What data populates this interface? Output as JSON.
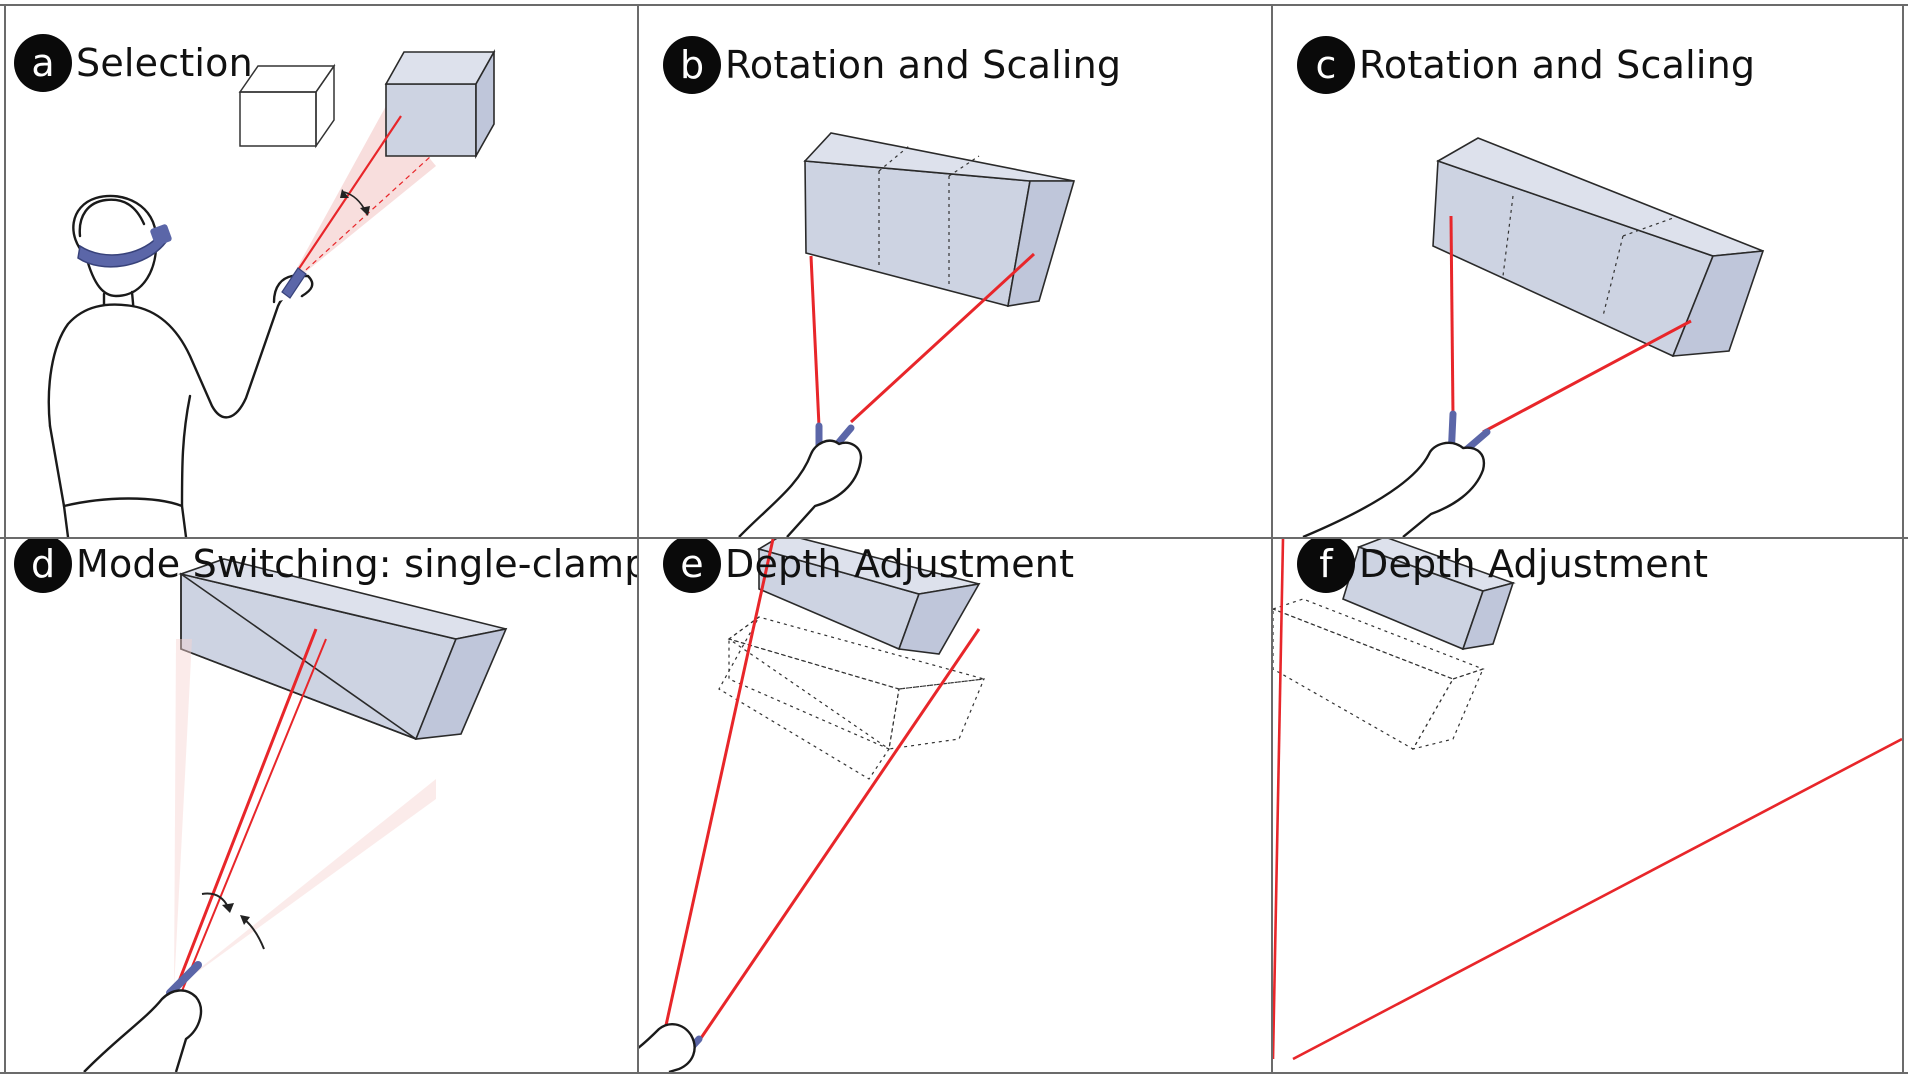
{
  "figure": {
    "panels": [
      {
        "letter": "a",
        "title": "Selection"
      },
      {
        "letter": "b",
        "title": "Rotation and Scaling"
      },
      {
        "letter": "c",
        "title": "Rotation and Scaling"
      },
      {
        "letter": "d",
        "title": "Mode Switching: single-clamp"
      },
      {
        "letter": "e",
        "title": "Depth Adjustment"
      },
      {
        "letter": "f",
        "title": "Depth Adjustment"
      }
    ],
    "colors": {
      "box_fill": "#cdd3e2",
      "box_stroke": "#2a2a2a",
      "ray": "#e8262a",
      "controller": "#5b66a8",
      "headset": "#5b66a8",
      "cone": "#f4c9c7"
    },
    "icons": [
      "user-with-headset",
      "hand-controller",
      "selection-cube",
      "arrow-rotate"
    ]
  }
}
